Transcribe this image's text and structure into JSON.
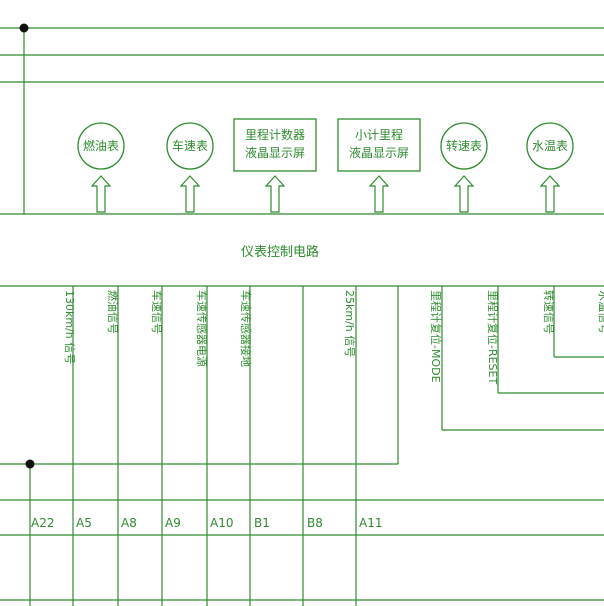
{
  "colors": {
    "line": "#2e8b2e",
    "dot": "#111111",
    "background": "#ffffff"
  },
  "instruments": [
    {
      "id": "fuel",
      "shape": "circle",
      "lines": [
        "燃油表"
      ]
    },
    {
      "id": "speed",
      "shape": "circle",
      "lines": [
        "车速表"
      ]
    },
    {
      "id": "odometer",
      "shape": "rect",
      "lines": [
        "里程计数器",
        "液晶显示屏"
      ]
    },
    {
      "id": "trip",
      "shape": "rect",
      "lines": [
        "小计里程",
        "液晶显示屏"
      ]
    },
    {
      "id": "tacho",
      "shape": "circle",
      "lines": [
        "转速表"
      ]
    },
    {
      "id": "temp",
      "shape": "circle",
      "lines": [
        "水温表"
      ]
    }
  ],
  "control_module": {
    "label": "仪表控制电路"
  },
  "signals": [
    {
      "id": "s1",
      "label": "130km/h 信号"
    },
    {
      "id": "s2",
      "label": "燃油信号"
    },
    {
      "id": "s3",
      "label": "车速信号"
    },
    {
      "id": "s4",
      "label": "车速传感器电源"
    },
    {
      "id": "s5",
      "label": "车速传感器接地"
    },
    {
      "id": "s7",
      "label": "25km/h 信号"
    },
    {
      "id": "s9",
      "label": "里程计复位-MODE"
    },
    {
      "id": "s10",
      "label": "里程计复位-RESET"
    },
    {
      "id": "s11",
      "label": "转速信号"
    },
    {
      "id": "s12",
      "label": "水温信号"
    }
  ],
  "pins": [
    "A22",
    "A5",
    "A8",
    "A9",
    "A10",
    "B1",
    "B8",
    "A11"
  ]
}
